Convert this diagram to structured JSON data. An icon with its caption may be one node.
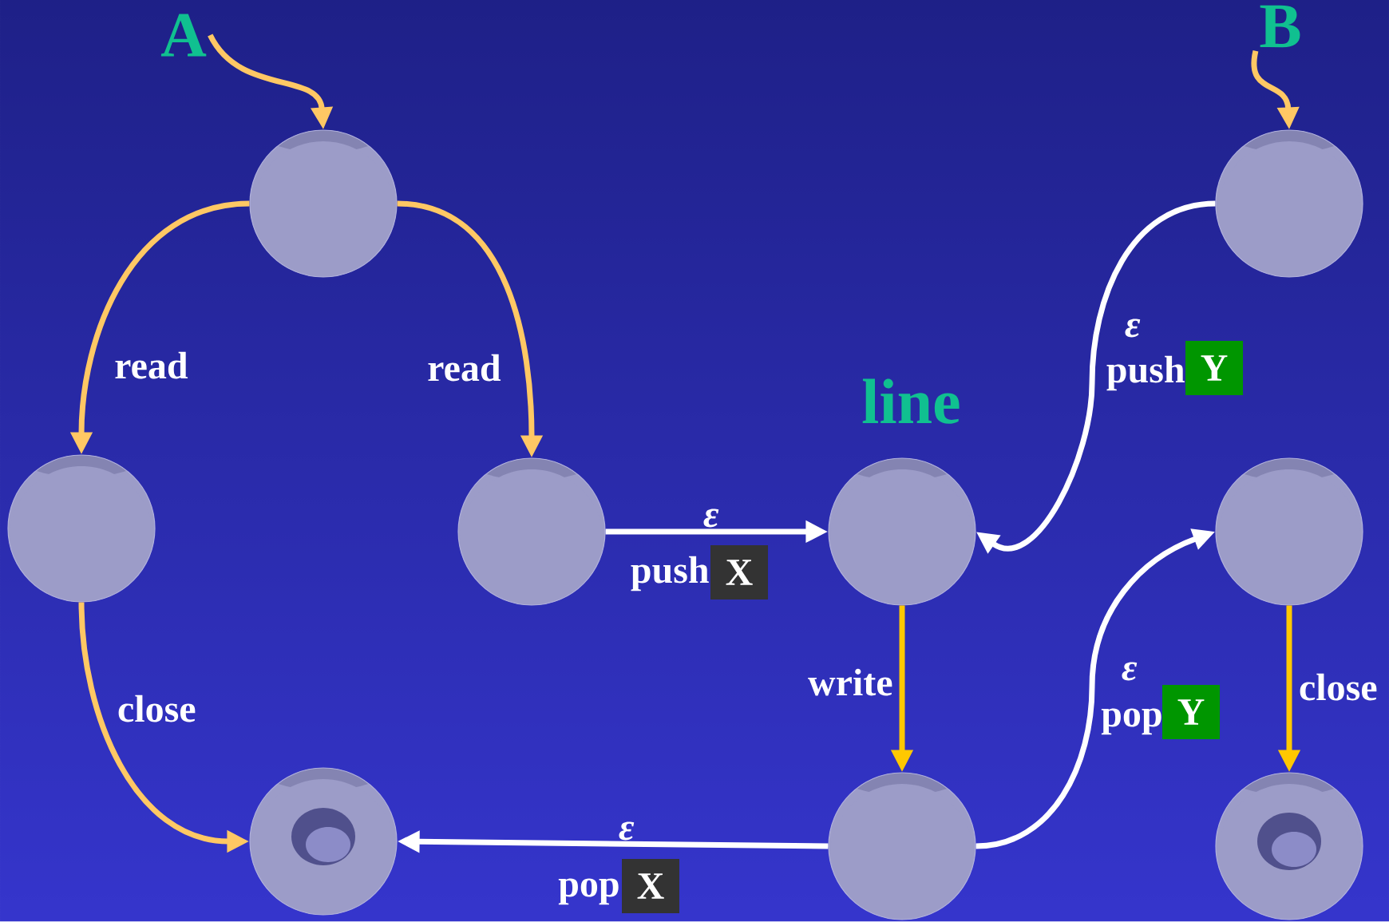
{
  "diagram": {
    "nodes": [
      {
        "text": [
          "A"
        ]
      },
      {
        "text": [
          "B"
        ]
      },
      {
        "text": [],
        "shape": "circle"
      },
      {
        "text": [],
        "shape": "circle"
      },
      {
        "text": [],
        "shape": "circle"
      },
      {
        "text": [],
        "shape": "circle"
      },
      {
        "text": [],
        "shape": "circle",
        "beside": [
          "line"
        ]
      },
      {
        "text": [],
        "shape": "circle"
      },
      {
        "text": [],
        "shape": "ring"
      },
      {
        "text": [],
        "shape": "circle"
      },
      {
        "text": [],
        "shape": "ring"
      }
    ],
    "edges": [
      {
        "from": 0,
        "to": 2,
        "arrow": "to"
      },
      {
        "from": 1,
        "to": 3,
        "arrow": "to"
      },
      {
        "from": 2,
        "to": 4,
        "arrow": "to",
        "label": "read"
      },
      {
        "from": 2,
        "to": 5,
        "arrow": "to",
        "label": "read"
      },
      {
        "from": 5,
        "to": 6,
        "arrow": "to",
        "label": "ε",
        "color": "#ffffff"
      },
      {
        "from": 3,
        "to": 6,
        "arrow": "to",
        "label": "ε",
        "color": "#ffffff"
      },
      {
        "from": 6,
        "to": 9,
        "arrow": "to",
        "label": "write",
        "color": "#ffc800"
      },
      {
        "from": 9,
        "to": 7,
        "arrow": "to",
        "label": "ε",
        "color": "#ffffff"
      },
      {
        "from": 9,
        "to": 8,
        "arrow": "to",
        "label": "ε",
        "color": "#ffffff"
      },
      {
        "from": 4,
        "to": 8,
        "arrow": "to",
        "label": "close"
      },
      {
        "from": 7,
        "to": 10,
        "arrow": "to",
        "label": "close",
        "color": "#ffc800"
      }
    ],
    "labels": [
      "push",
      "Y",
      "push",
      "X",
      "pop",
      "Y",
      "pop",
      "X"
    ]
  }
}
